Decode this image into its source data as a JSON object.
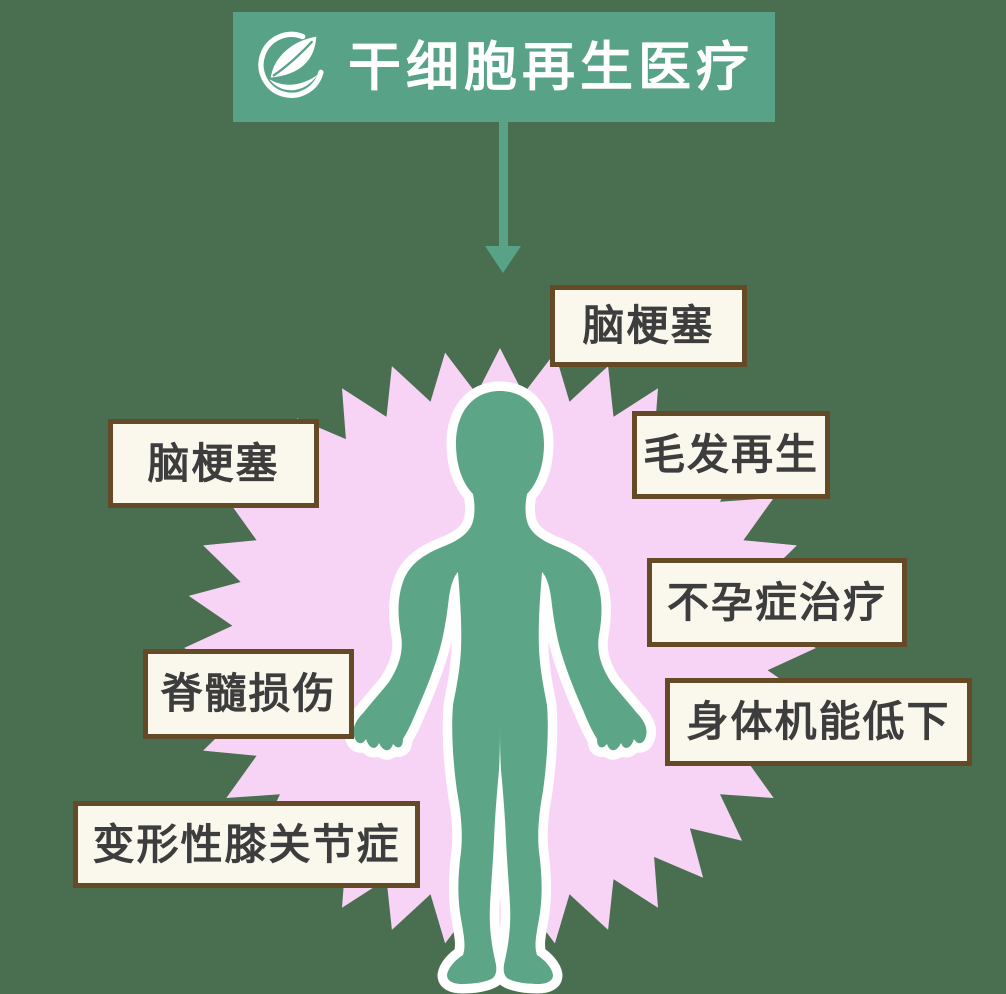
{
  "header": {
    "title": "干细胞再生医疗",
    "icon": "leaf-icon"
  },
  "labels": [
    {
      "id": "cerebral-infarction-top",
      "text": "脑梗塞"
    },
    {
      "id": "cerebral-infarction-left",
      "text": "脑梗塞"
    },
    {
      "id": "hair-regeneration",
      "text": "毛发再生"
    },
    {
      "id": "infertility-treatment",
      "text": "不孕症治疗"
    },
    {
      "id": "spinal-cord-injury",
      "text": "脊髓损伤"
    },
    {
      "id": "physical-function-decline",
      "text": "身体机能低下"
    },
    {
      "id": "knee-osteoarthritis",
      "text": "变形性膝关节症"
    }
  ],
  "colors": {
    "background": "#4a6f50",
    "banner": "#58a287",
    "arrow": "#58a287",
    "starburst": "#f7d3f5",
    "body_silhouette": "#5ca687",
    "body_outline": "#ffffff",
    "label_background": "#faf8ec",
    "label_border": "#654a28",
    "label_text": "#3d3d3d",
    "banner_text": "#ffffff"
  }
}
